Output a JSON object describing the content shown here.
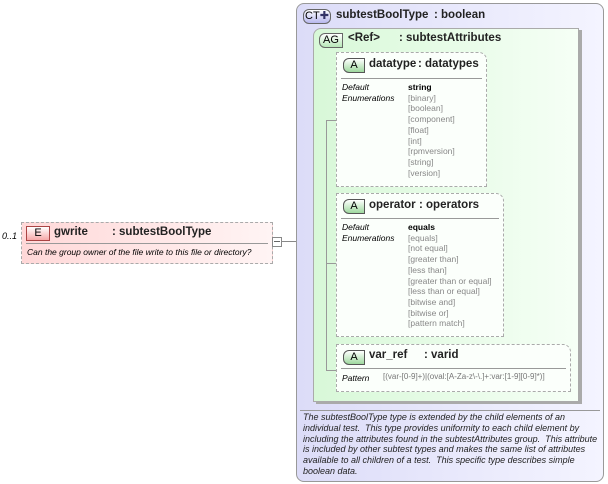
{
  "element": {
    "occurrence": "0..1",
    "badge": "E",
    "name": "gwrite",
    "type": ": subtestBoolType",
    "description": "Can the group owner of the file write to this file or directory?"
  },
  "complex_type": {
    "badge": "CT",
    "name": "subtestBoolType",
    "type": ": boolean",
    "description": [
      "The subtestBoolType type is extended by the child elements of an",
      "individual test.  This type provides uniformity to each child element by",
      "including the attributes found in the subtestAttributes group.  This attribute",
      "is included by other subtest types and makes the same list of attributes",
      "available to all children of a test.  This specific type describes simple",
      "boolean data."
    ]
  },
  "attribute_group": {
    "badge": "AG",
    "name": "<Ref>",
    "type": ": subtestAttributes"
  },
  "attributes": [
    {
      "badge": "A",
      "name": "datatype",
      "type": ": datatypes",
      "default_label": "Default",
      "enum_label": "Enumerations",
      "default": "string",
      "enumerations": [
        "[binary]",
        "[boolean]",
        "[component]",
        "[float]",
        "[int]",
        "[rpmversion]",
        "[string]",
        "[version]"
      ]
    },
    {
      "badge": "A",
      "name": "operator",
      "type": ": operators",
      "default_label": "Default",
      "enum_label": "Enumerations",
      "default": "equals",
      "enumerations": [
        "[equals]",
        "[not equal]",
        "[greater than]",
        "[less than]",
        "[greater than or equal]",
        "[less than or equal]",
        "[bitwise and]",
        "[bitwise or]",
        "[pattern match]"
      ]
    },
    {
      "badge": "A",
      "name": "var_ref",
      "type": ": varid",
      "pattern_label": "Pattern",
      "pattern": "[(var-[0-9]+)|(oval:[A-Za-z\\-\\.]+:var:[1-9][0-9]*)]"
    }
  ],
  "colors": {
    "element_bg": "#ffe4e4",
    "complex_bg": "#e8e8fb",
    "group_bg": "#e6fbe6",
    "attr_badge": "#9ed89e"
  }
}
